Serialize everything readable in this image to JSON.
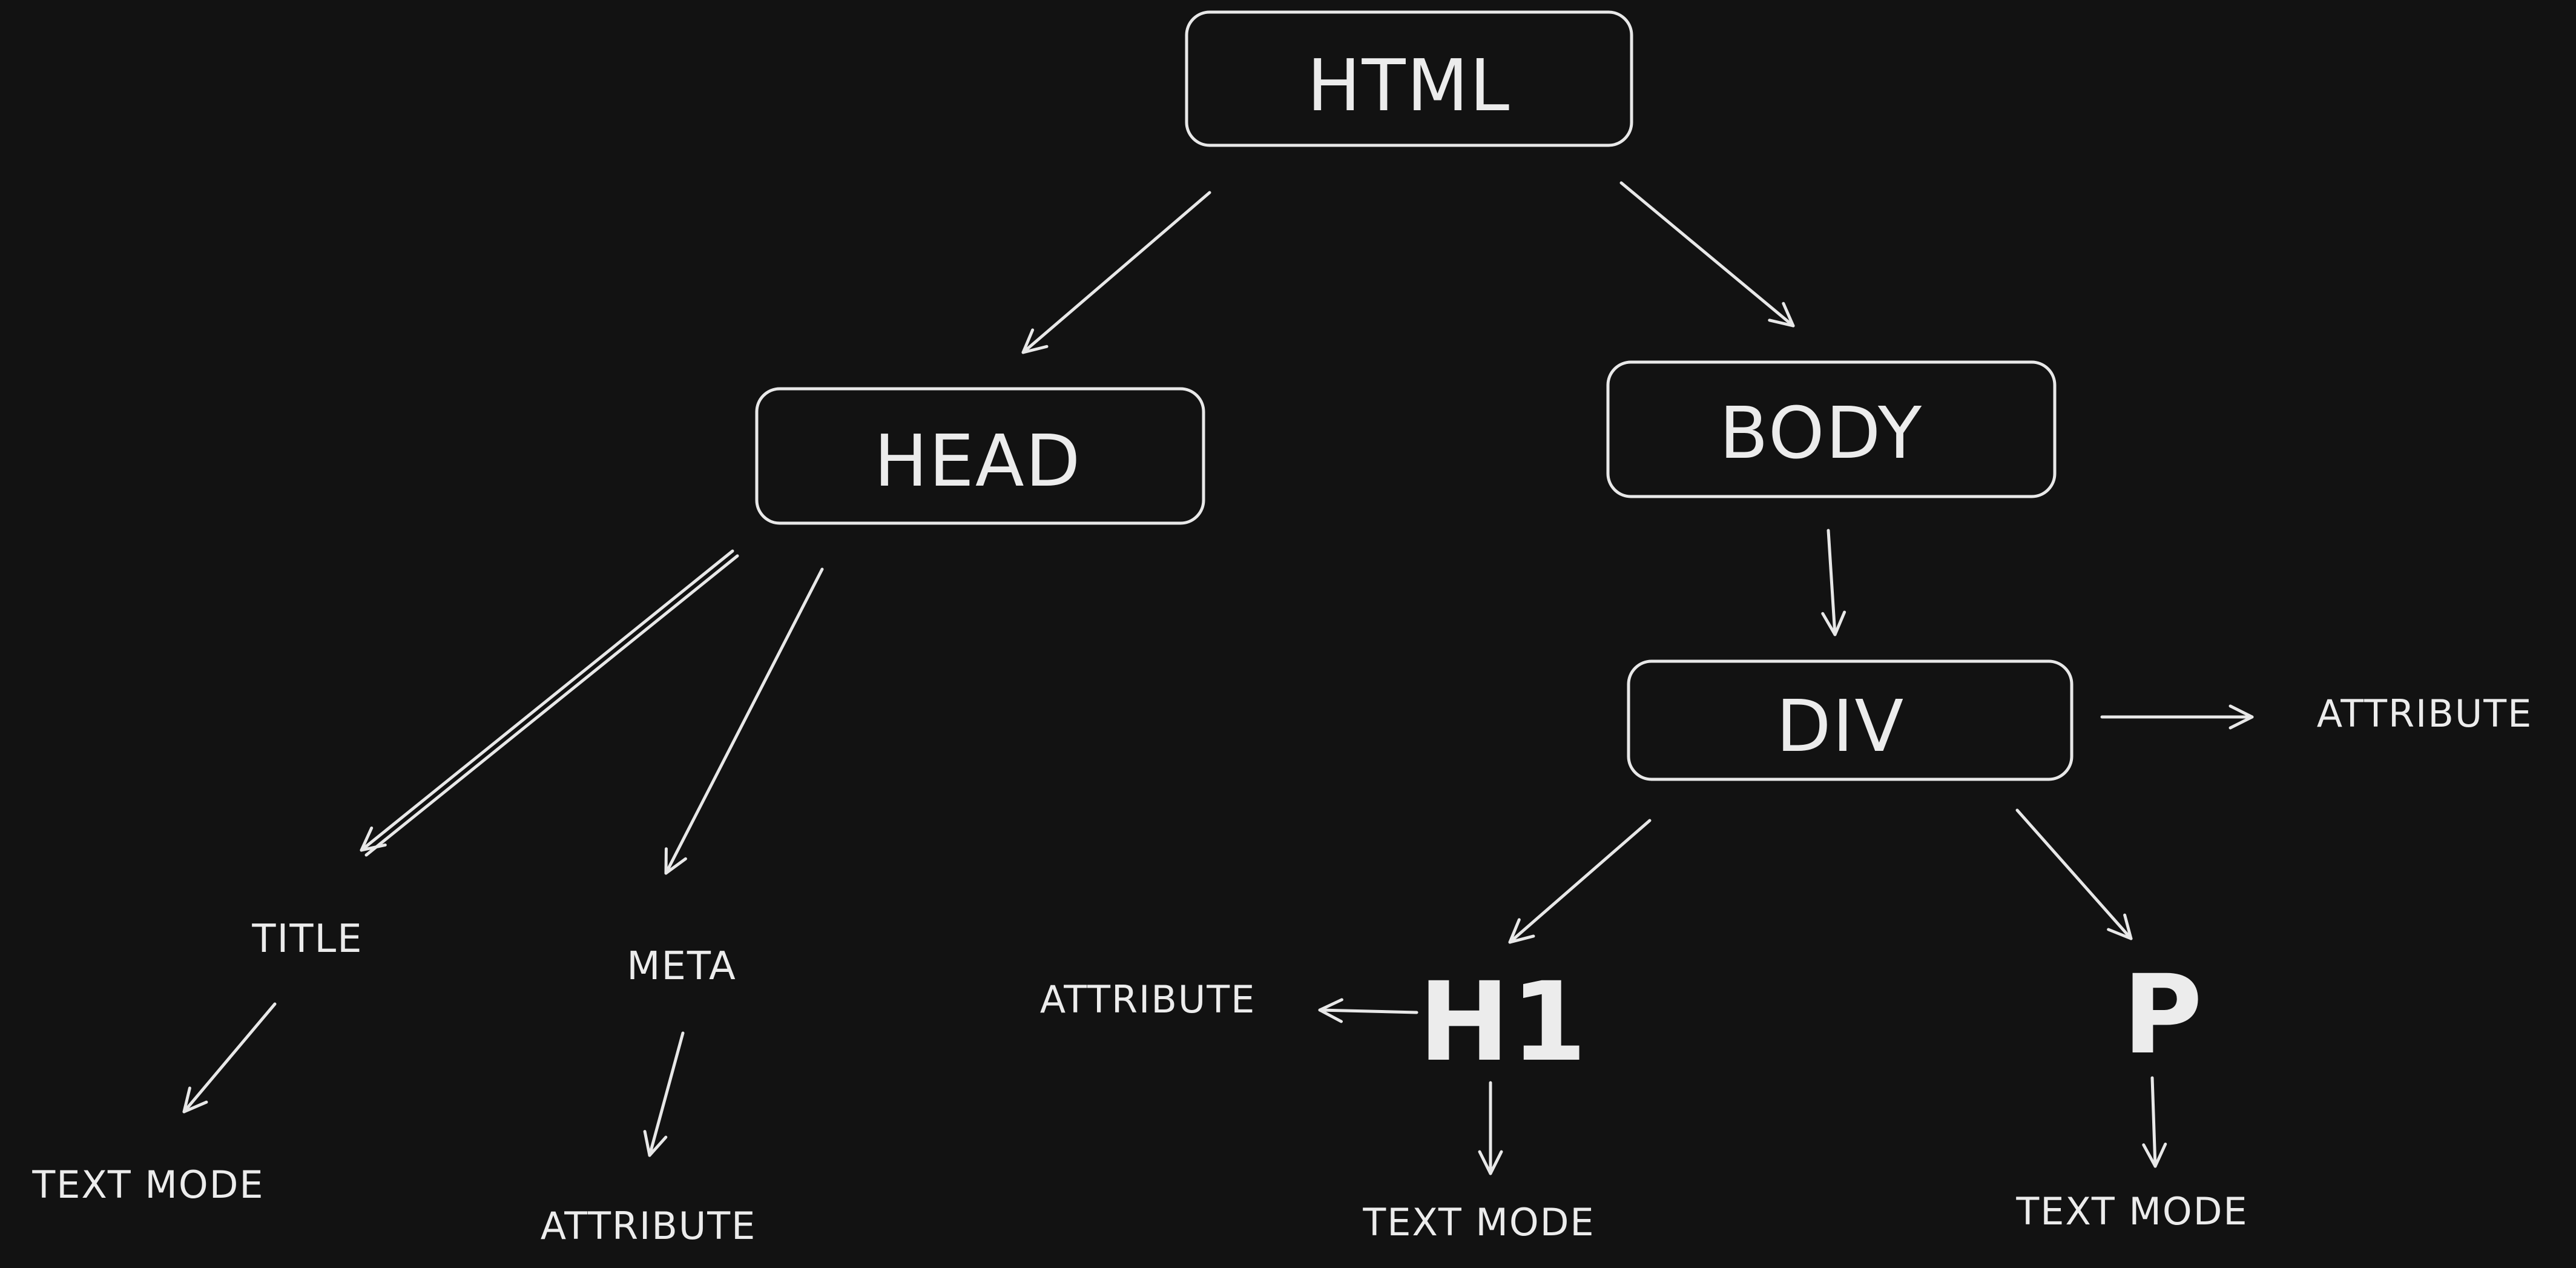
{
  "nodes": {
    "html": "HTML",
    "head": "HEAD",
    "body": "BODY",
    "div": "DIV",
    "title": "TITLE",
    "meta": "META",
    "h1": "H1",
    "p": "P",
    "title_text": "TEXT MODE",
    "meta_attribute": "ATTRIBUTE",
    "div_attribute": "ATTRIBUTE",
    "h1_attribute": "ATTRIBUTE",
    "h1_text": "TEXT MODE",
    "p_text": "TEXT MODE"
  },
  "colors": {
    "background": "#121212",
    "stroke": "#e8e8e8",
    "text": "#ececec"
  }
}
